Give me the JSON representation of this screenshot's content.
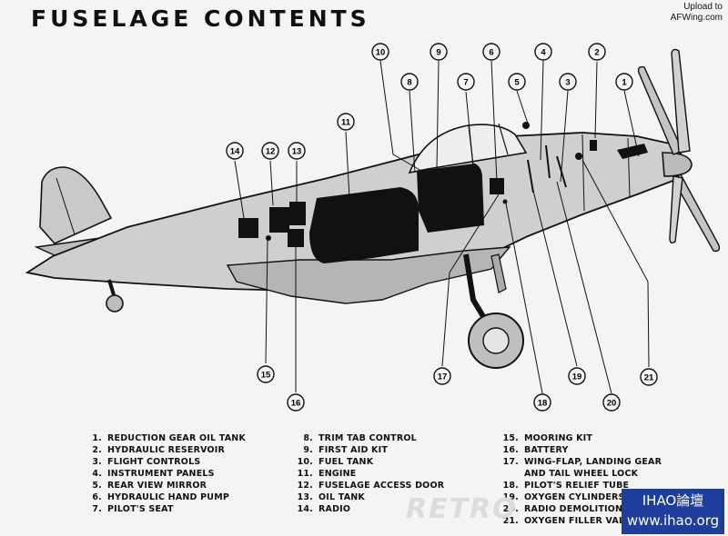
{
  "title": "FUSELAGE CONTENTS",
  "upload_note": {
    "line1": "Upload to",
    "line2": "AFWing.com"
  },
  "watermark": "RETRO",
  "badge": {
    "line1": "IHAO論壇",
    "line2": "www.ihao.org"
  },
  "callouts": [
    "1",
    "2",
    "3",
    "4",
    "5",
    "6",
    "7",
    "8",
    "9",
    "10",
    "11",
    "12",
    "13",
    "14",
    "15",
    "16",
    "17",
    "18",
    "19",
    "20",
    "21"
  ],
  "legend": {
    "col1": [
      {
        "num": "1.",
        "text": "REDUCTION GEAR OIL TANK"
      },
      {
        "num": "2.",
        "text": "HYDRAULIC RESERVOIR"
      },
      {
        "num": "3.",
        "text": "FLIGHT CONTROLS"
      },
      {
        "num": "4.",
        "text": "INSTRUMENT PANELS"
      },
      {
        "num": "5.",
        "text": "REAR VIEW MIRROR"
      },
      {
        "num": "6.",
        "text": "HYDRAULIC HAND PUMP"
      },
      {
        "num": "7.",
        "text": "PILOT'S SEAT"
      }
    ],
    "col2": [
      {
        "num": "8.",
        "text": "TRIM TAB CONTROL"
      },
      {
        "num": "9.",
        "text": "FIRST AID KIT"
      },
      {
        "num": "10.",
        "text": "FUEL TANK"
      },
      {
        "num": "11.",
        "text": "ENGINE"
      },
      {
        "num": "12.",
        "text": "FUSELAGE ACCESS DOOR"
      },
      {
        "num": "13.",
        "text": "OIL TANK"
      },
      {
        "num": "14.",
        "text": "RADIO"
      }
    ],
    "col3": [
      {
        "num": "15.",
        "text": "MOORING KIT"
      },
      {
        "num": "16.",
        "text": "BATTERY"
      },
      {
        "num": "17.",
        "text": "WING-FLAP, LANDING GEAR"
      },
      {
        "num": "",
        "text": "AND TAIL WHEEL LOCK"
      },
      {
        "num": "18.",
        "text": "PILOT'S RELIEF TUBE"
      },
      {
        "num": "19.",
        "text": "OXYGEN CYLINDERS"
      },
      {
        "num": "20.",
        "text": "RADIO DEMOLITION SW"
      },
      {
        "num": "21.",
        "text": "OXYGEN FILLER VALVE"
      }
    ]
  }
}
